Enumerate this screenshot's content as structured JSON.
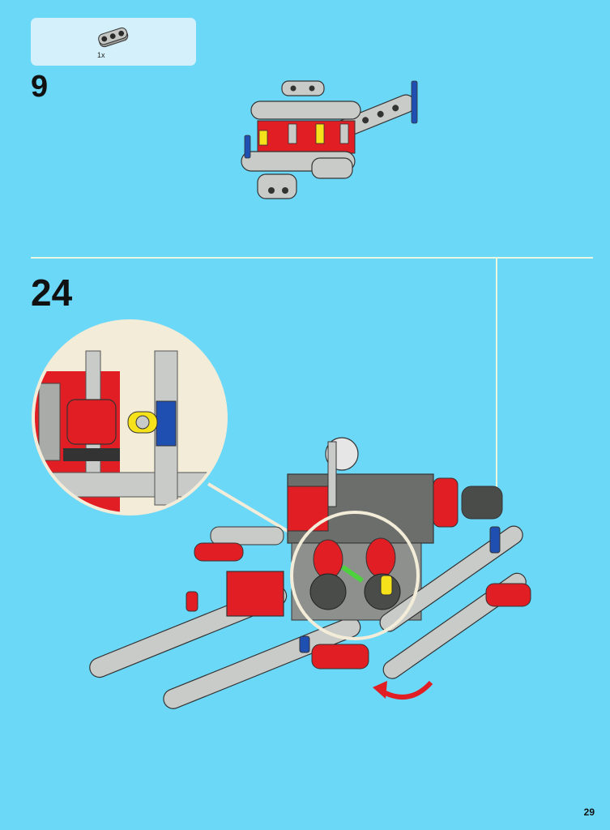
{
  "parts_list": {
    "quantity": "1x",
    "part_icon": "technic-connector-icon"
  },
  "steps": [
    {
      "number": "9"
    },
    {
      "number": "24"
    }
  ],
  "page": {
    "number": "29"
  },
  "colors": {
    "background": "#6cd8f8",
    "panel": "#d4f0fa",
    "red": "#e01e24",
    "gray": "#c8cbc8",
    "blue": "#1f4fb0",
    "yellow": "#f6e21a"
  }
}
